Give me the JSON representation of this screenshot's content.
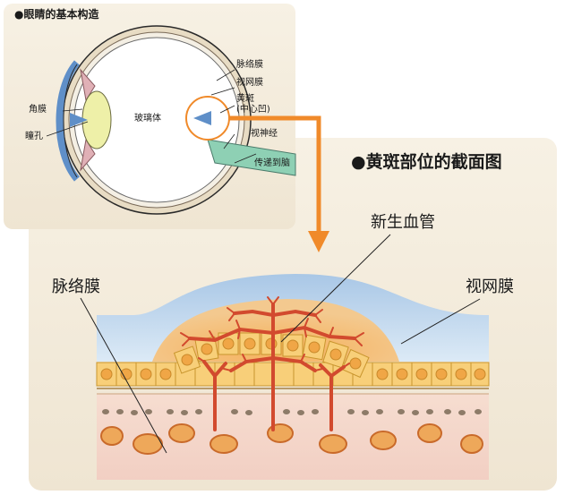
{
  "eye_panel": {
    "title": "●眼睛的基本构造",
    "labels": {
      "choroid": "脉络膜",
      "retina": "视网膜",
      "macula": "黄斑",
      "fovea": "(中心凹)",
      "cornea": "角膜",
      "pupil": "瞳孔",
      "vitreous": "玻璃体",
      "optic_nerve": "视神经",
      "to_brain": "传递到脑"
    }
  },
  "section_panel": {
    "title": "●黄斑部位的截面图",
    "labels": {
      "new_vessels": "新生血管",
      "choroid": "脉络膜",
      "retina": "视网膜"
    }
  },
  "colors": {
    "panel_bg": "#f5efe2",
    "arrow": "#f08a2a",
    "vessel": "#d24a2e",
    "retina_blue": "#c9dff0",
    "rpe_cell": "#f7c76a"
  }
}
